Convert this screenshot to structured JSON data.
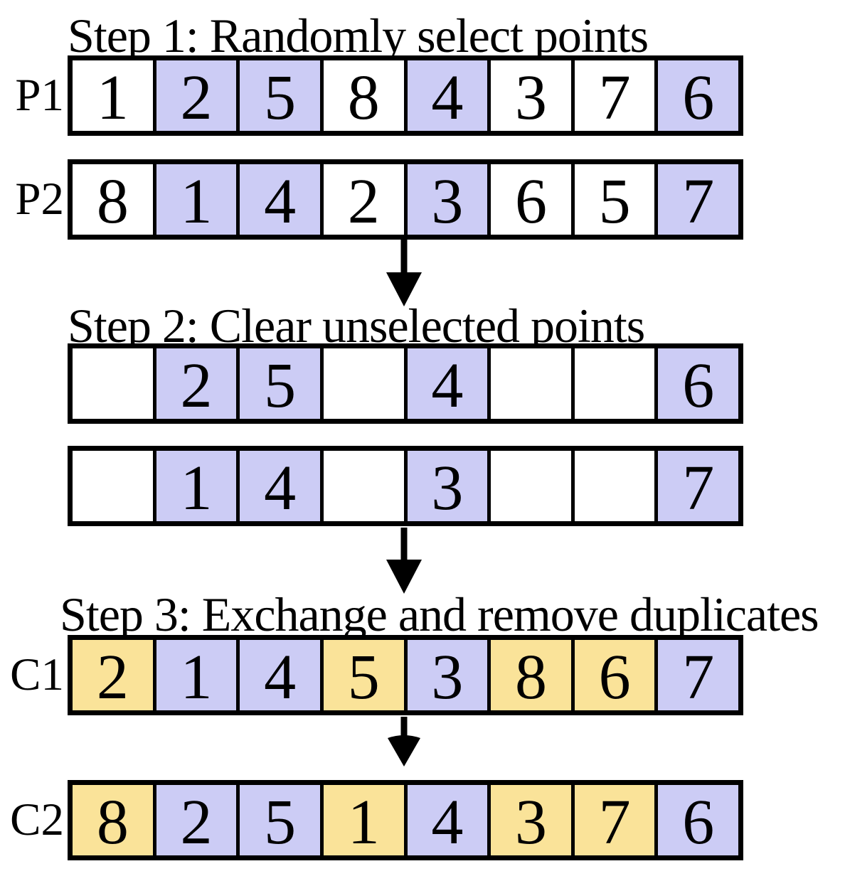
{
  "titles": {
    "step1": "Step 1: Randomly select points",
    "step2": "Step 2: Clear unselected points",
    "step3": "Step 3: Exchange and remove duplicates"
  },
  "palette": {
    "selected_fill": "#CCCCF5",
    "exchanged_fill": "#FAE399",
    "unselected_fill": "#FFFFFF",
    "border": "#000000",
    "text": "#000000"
  },
  "icons": {
    "flow_arrow": "down-arrow"
  },
  "rows": {
    "p1": {
      "label": "P1",
      "cells": [
        {
          "v": "1",
          "bg": "#FFFFFF"
        },
        {
          "v": "2",
          "bg": "#CCCCF5"
        },
        {
          "v": "5",
          "bg": "#CCCCF5"
        },
        {
          "v": "8",
          "bg": "#FFFFFF"
        },
        {
          "v": "4",
          "bg": "#CCCCF5"
        },
        {
          "v": "3",
          "bg": "#FFFFFF"
        },
        {
          "v": "7",
          "bg": "#FFFFFF"
        },
        {
          "v": "6",
          "bg": "#CCCCF5"
        }
      ]
    },
    "p2": {
      "label": "P2",
      "cells": [
        {
          "v": "8",
          "bg": "#FFFFFF"
        },
        {
          "v": "1",
          "bg": "#CCCCF5"
        },
        {
          "v": "4",
          "bg": "#CCCCF5"
        },
        {
          "v": "2",
          "bg": "#FFFFFF"
        },
        {
          "v": "3",
          "bg": "#CCCCF5"
        },
        {
          "v": "6",
          "bg": "#FFFFFF"
        },
        {
          "v": "5",
          "bg": "#FFFFFF"
        },
        {
          "v": "7",
          "bg": "#CCCCF5"
        }
      ]
    },
    "s2a": {
      "label": "",
      "cells": [
        {
          "v": "",
          "bg": "#FFFFFF"
        },
        {
          "v": "2",
          "bg": "#CCCCF5"
        },
        {
          "v": "5",
          "bg": "#CCCCF5"
        },
        {
          "v": "",
          "bg": "#FFFFFF"
        },
        {
          "v": "4",
          "bg": "#CCCCF5"
        },
        {
          "v": "",
          "bg": "#FFFFFF"
        },
        {
          "v": "",
          "bg": "#FFFFFF"
        },
        {
          "v": "6",
          "bg": "#CCCCF5"
        }
      ]
    },
    "s2b": {
      "label": "",
      "cells": [
        {
          "v": "",
          "bg": "#FFFFFF"
        },
        {
          "v": "1",
          "bg": "#CCCCF5"
        },
        {
          "v": "4",
          "bg": "#CCCCF5"
        },
        {
          "v": "",
          "bg": "#FFFFFF"
        },
        {
          "v": "3",
          "bg": "#CCCCF5"
        },
        {
          "v": "",
          "bg": "#FFFFFF"
        },
        {
          "v": "",
          "bg": "#FFFFFF"
        },
        {
          "v": "7",
          "bg": "#CCCCF5"
        }
      ]
    },
    "c1": {
      "label": "C1",
      "cells": [
        {
          "v": "2",
          "bg": "#FAE399"
        },
        {
          "v": "1",
          "bg": "#CCCCF5"
        },
        {
          "v": "4",
          "bg": "#CCCCF5"
        },
        {
          "v": "5",
          "bg": "#FAE399"
        },
        {
          "v": "3",
          "bg": "#CCCCF5"
        },
        {
          "v": "8",
          "bg": "#FAE399"
        },
        {
          "v": "6",
          "bg": "#FAE399"
        },
        {
          "v": "7",
          "bg": "#CCCCF5"
        }
      ]
    },
    "c2": {
      "label": "C2",
      "cells": [
        {
          "v": "8",
          "bg": "#FAE399"
        },
        {
          "v": "2",
          "bg": "#CCCCF5"
        },
        {
          "v": "5",
          "bg": "#CCCCF5"
        },
        {
          "v": "1",
          "bg": "#FAE399"
        },
        {
          "v": "4",
          "bg": "#CCCCF5"
        },
        {
          "v": "3",
          "bg": "#FAE399"
        },
        {
          "v": "7",
          "bg": "#FAE399"
        },
        {
          "v": "6",
          "bg": "#CCCCF5"
        }
      ]
    }
  }
}
